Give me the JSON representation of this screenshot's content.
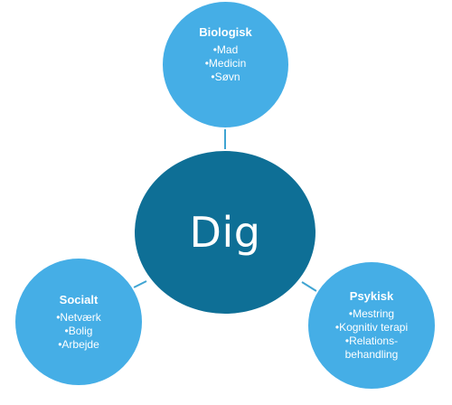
{
  "center": {
    "label": "Dig"
  },
  "nodes": {
    "biologisk": {
      "title": "Biologisk",
      "items": [
        "•Mad",
        "•Medicin",
        "•Søvn"
      ]
    },
    "socialt": {
      "title": "Socialt",
      "items": [
        "•Netværk",
        "•Bolig",
        "•Arbejde"
      ]
    },
    "psykisk": {
      "title": "Psykisk",
      "items": [
        "•Mestring",
        "•Kognitiv terapi",
        "•Relations-",
        "behandling"
      ]
    }
  },
  "colors": {
    "satellite": "#45aee6",
    "center": "#0e6f96",
    "connector": "#3fa4d2"
  }
}
